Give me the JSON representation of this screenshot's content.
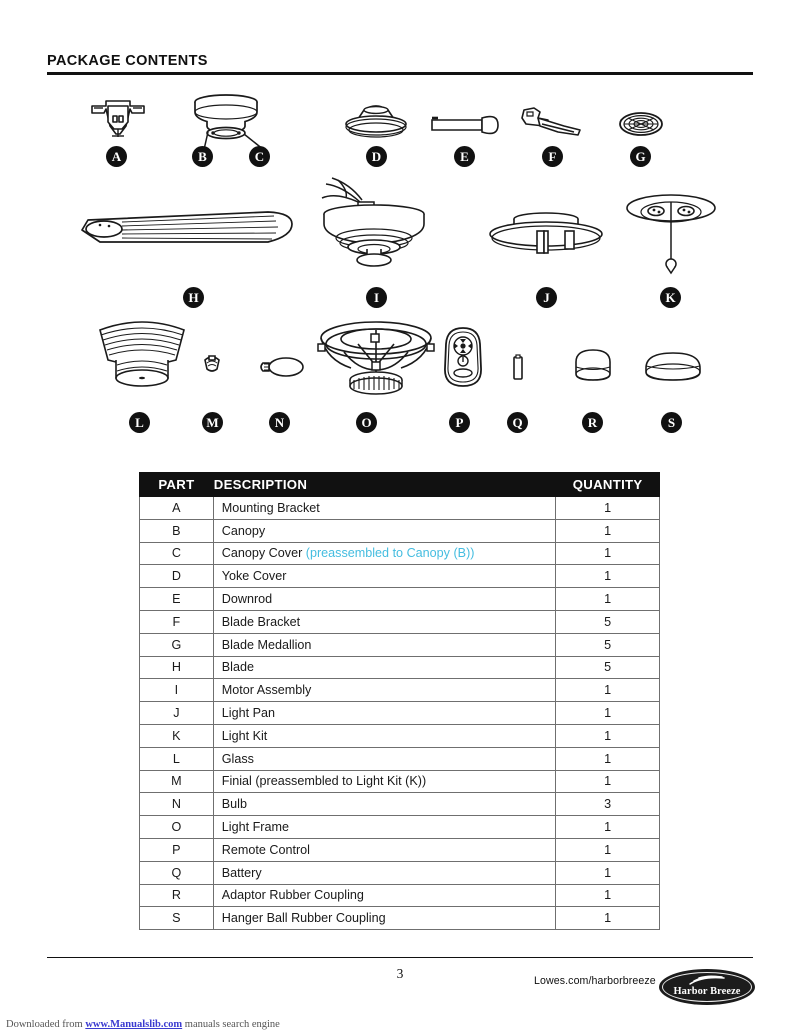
{
  "section": {
    "heading": "PACKAGE CONTENTS"
  },
  "parts_diagram": {
    "items": [
      {
        "badge": "A",
        "icon": "mounting-bracket-illustration",
        "name": "Mounting Bracket"
      },
      {
        "badge": "B",
        "icon": "canopy-illustration",
        "name": "Canopy"
      },
      {
        "badge": "C",
        "icon": "canopy-cover-callout",
        "name": "Canopy Cover"
      },
      {
        "badge": "D",
        "icon": "yoke-cover-illustration",
        "name": "Yoke Cover"
      },
      {
        "badge": "E",
        "icon": "downrod-illustration",
        "name": "Downrod"
      },
      {
        "badge": "F",
        "icon": "blade-bracket-illustration",
        "name": "Blade Bracket"
      },
      {
        "badge": "G",
        "icon": "blade-medallion-illustration",
        "name": "Blade Medallion"
      },
      {
        "badge": "H",
        "icon": "blade-illustration",
        "name": "Blade"
      },
      {
        "badge": "I",
        "icon": "motor-assembly-illustration",
        "name": "Motor Assembly"
      },
      {
        "badge": "J",
        "icon": "light-pan-illustration",
        "name": "Light Pan"
      },
      {
        "badge": "K",
        "icon": "light-kit-illustration",
        "name": "Light Kit"
      },
      {
        "badge": "L",
        "icon": "glass-illustration",
        "name": "Glass"
      },
      {
        "badge": "M",
        "icon": "finial-illustration",
        "name": "Finial"
      },
      {
        "badge": "N",
        "icon": "bulb-illustration",
        "name": "Bulb"
      },
      {
        "badge": "O",
        "icon": "light-frame-illustration",
        "name": "Light Frame"
      },
      {
        "badge": "P",
        "icon": "remote-control-illustration",
        "name": "Remote Control"
      },
      {
        "badge": "Q",
        "icon": "battery-illustration",
        "name": "Battery"
      },
      {
        "badge": "R",
        "icon": "adaptor-rubber-coupling-illustration",
        "name": "Adaptor Rubber Coupling"
      },
      {
        "badge": "S",
        "icon": "hanger-ball-rubber-coupling-illustration",
        "name": "Hanger Ball Rubber Coupling"
      }
    ]
  },
  "table": {
    "headers": {
      "part": "PART",
      "description": "DESCRIPTION",
      "quantity": "QUANTITY"
    },
    "rows": [
      {
        "part": "A",
        "description": "Mounting Bracket",
        "note": "",
        "quantity": "1"
      },
      {
        "part": "B",
        "description": "Canopy",
        "note": "",
        "quantity": "1"
      },
      {
        "part": "C",
        "description": "Canopy Cover ",
        "note": "(preassembled to Canopy (B))",
        "quantity": "1"
      },
      {
        "part": "D",
        "description": "Yoke Cover",
        "note": "",
        "quantity": "1"
      },
      {
        "part": "E",
        "description": "Downrod",
        "note": "",
        "quantity": "1"
      },
      {
        "part": "F",
        "description": "Blade Bracket",
        "note": "",
        "quantity": "5"
      },
      {
        "part": "G",
        "description": "Blade Medallion",
        "note": "",
        "quantity": "5"
      },
      {
        "part": "H",
        "description": "Blade",
        "note": "",
        "quantity": "5"
      },
      {
        "part": "I",
        "description": "Motor Assembly",
        "note": "",
        "quantity": "1"
      },
      {
        "part": "J",
        "description": "Light Pan",
        "note": "",
        "quantity": "1"
      },
      {
        "part": "K",
        "description": "Light Kit",
        "note": "",
        "quantity": "1"
      },
      {
        "part": "L",
        "description": "Glass",
        "note": "",
        "quantity": "1"
      },
      {
        "part": "M",
        "description": "Finial (preassembled to Light Kit (K))",
        "note": "",
        "quantity": "1"
      },
      {
        "part": "N",
        "description": "Bulb",
        "note": "",
        "quantity": "3"
      },
      {
        "part": "O",
        "description": "Light Frame",
        "note": "",
        "quantity": "1"
      },
      {
        "part": "P",
        "description": "Remote Control",
        "note": "",
        "quantity": "1"
      },
      {
        "part": "Q",
        "description": "Battery",
        "note": "",
        "quantity": "1"
      },
      {
        "part": "R",
        "description": "Adaptor Rubber Coupling",
        "note": "",
        "quantity": "1"
      },
      {
        "part": "S",
        "description": "Hanger Ball Rubber Coupling",
        "note": "",
        "quantity": "1"
      }
    ],
    "note_color": "#45bde0"
  },
  "footer": {
    "page_number": "3",
    "lowes_url": "Lowes.com/harborbreeze",
    "brand": "Harbor Breeze"
  },
  "watermark": {
    "prefix": "Downloaded from ",
    "link": "www.Manualslib.com",
    "suffix": " manuals search engine"
  }
}
